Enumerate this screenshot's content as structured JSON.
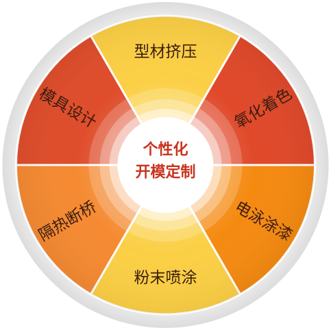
{
  "center": {
    "line1": "个性化",
    "line2": "开模定制"
  },
  "segments": [
    {
      "label": "型材挤压",
      "color": "#fbcf45",
      "text_mode": "horizontal"
    },
    {
      "label": "氧化着色",
      "color": "#e0492a",
      "text_mode": "radial-right"
    },
    {
      "label": "电泳涂漆",
      "color": "#f58a11",
      "text_mode": "radial-right"
    },
    {
      "label": "粉末喷涂",
      "color": "#fbcf45",
      "text_mode": "horizontal"
    },
    {
      "label": "隔热断桥",
      "color": "#f58a32",
      "text_mode": "radial-left"
    },
    {
      "label": "模具设计",
      "color": "#df4d2b",
      "text_mode": "radial-left"
    }
  ],
  "colors": {
    "outer_ring": "#e9e9e9",
    "inner_glow": "#ffe6b8",
    "center_fill": "#ffffff",
    "center_text": "#c8331d",
    "separator": "#ffffff"
  }
}
